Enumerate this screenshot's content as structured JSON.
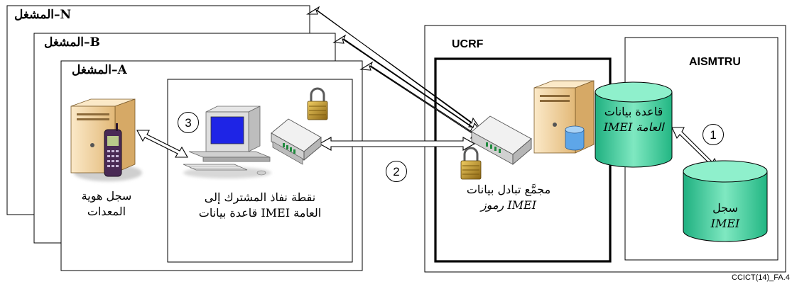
{
  "operators": {
    "n": "المشغل–N",
    "b": "المشغل–B",
    "a": "المشغل–A"
  },
  "ucrf": {
    "title": "UCRF"
  },
  "aismtru": {
    "title": "AISMTRU"
  },
  "nodes": {
    "eir": {
      "line1": "سجل هوية",
      "line2": "المعدات"
    },
    "access": {
      "line1": "نقطة نفاذ المشترك إلى",
      "line2": "قاعدة بيانات IMEI العامة"
    },
    "hub": {
      "line1": "مجمَّع تبادل بيانات",
      "line2": "رموز IMEI"
    },
    "db": {
      "line1": "قاعدة بيانات",
      "line2": "IMEI العامة"
    },
    "registry": {
      "line1": "سجل",
      "line2": "IMEI"
    }
  },
  "steps": {
    "one": "1",
    "two": "2",
    "three": "3"
  },
  "figure_ref": "CCICT(14)_FA.4",
  "colors": {
    "cylinder_fill": "#33cc99",
    "server_body": "#f2d3a2",
    "monitor_screen": "#1e24e6",
    "lock_body": "#c79a2e",
    "frame": "#000000"
  }
}
